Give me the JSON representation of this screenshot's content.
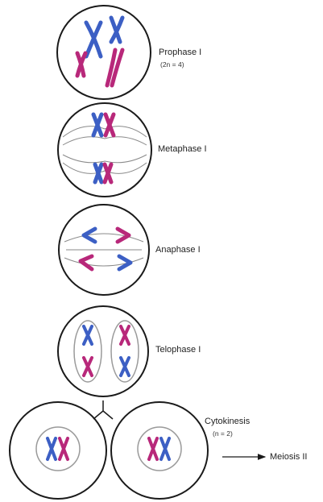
{
  "colors": {
    "outline": "#1a1a1a",
    "blue": "#3c5fc4",
    "magenta": "#b8287a",
    "spindle": "#8a8a8a",
    "nucleus": "#9a9a9a"
  },
  "stages": [
    {
      "name": "Prophase I",
      "note": "(2n = 4)"
    },
    {
      "name": "Metaphase I"
    },
    {
      "name": "Anaphase I"
    },
    {
      "name": "Telophase I"
    },
    {
      "name": "Cytokinesis",
      "note": "(n = 2)"
    }
  ],
  "next_stage": "Meiosis II"
}
